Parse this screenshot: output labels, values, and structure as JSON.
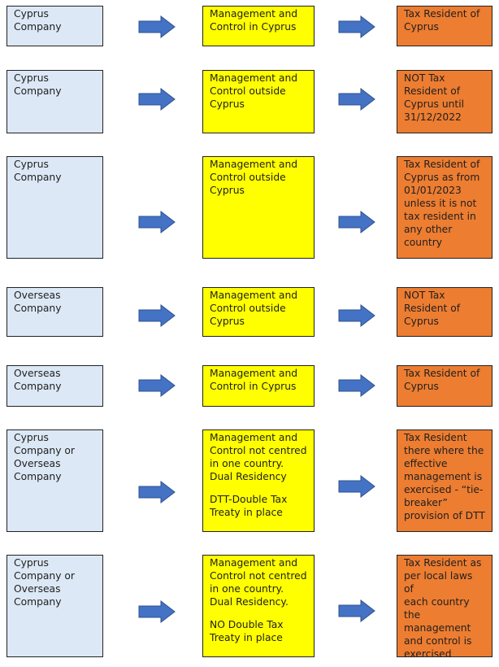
{
  "rows": [
    {
      "entity": "Cyprus\nCompany",
      "management": [
        "Management and\nControl in Cyprus"
      ],
      "result": "Tax Resident of\nCyprus"
    },
    {
      "entity": "Cyprus\nCompany",
      "management": [
        "Management and\nControl outside\nCyprus"
      ],
      "result": "NOT Tax\nResident of\nCyprus until\n31/12/2022"
    },
    {
      "entity": "Cyprus\nCompany",
      "management": [
        "Management and\nControl outside\nCyprus"
      ],
      "result": "Tax Resident of\nCyprus as from\n01/01/2023\nunless it is not\ntax resident in\nany other\ncountry"
    },
    {
      "entity": "Overseas\nCompany",
      "management": [
        "Management and\nControl outside\nCyprus"
      ],
      "result": "NOT Tax\nResident of\nCyprus"
    },
    {
      "entity": "Overseas\nCompany",
      "management": [
        "Management and\nControl in Cyprus"
      ],
      "result": "Tax Resident of\nCyprus"
    },
    {
      "entity": "Cyprus\nCompany or\nOverseas\nCompany",
      "management": [
        "Management and\nControl not centred\nin one country.\nDual Residency",
        "DTT-Double Tax\nTreaty in place"
      ],
      "result": "Tax Resident\nthere where the\neffective\nmanagement is\nexercised - “tie-\nbreaker”\nprovision of DTT"
    },
    {
      "entity": "Cyprus\nCompany or\nOverseas\nCompany",
      "management": [
        "Management and\nControl not centred\nin one country.\nDual Residency.",
        "NO Double Tax\nTreaty in place"
      ],
      "result": "Tax Resident as\nper local laws of\neach country\nthe\nmanagement\nand control is\nexercised"
    }
  ],
  "colors": {
    "entity_fill": "#dce8f5",
    "management_fill": "#ffff00",
    "result_fill": "#ed7d31",
    "arrow_fill": "#4472c4"
  },
  "icons": {
    "flow_arrow": "right-arrow-icon"
  }
}
